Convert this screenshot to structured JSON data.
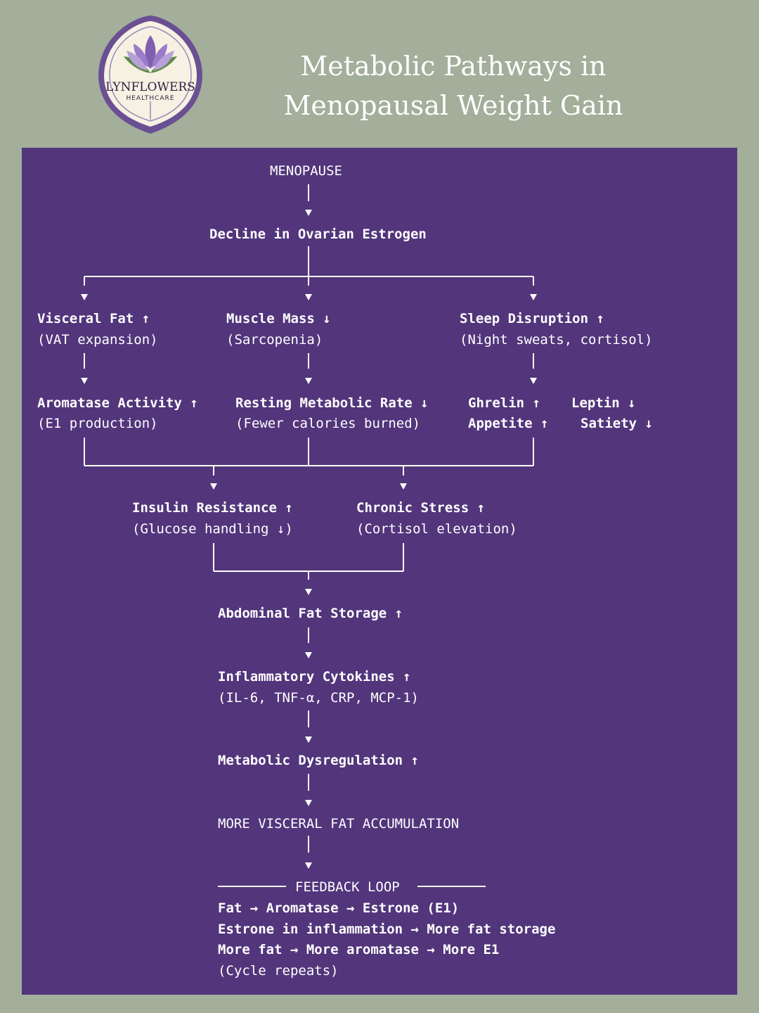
{
  "brand": {
    "name": "LYNFLOWERS",
    "sub": "HEALTHCARE"
  },
  "title": {
    "line1": "Metabolic Pathways in",
    "line2": "Menopausal Weight Gain"
  },
  "colors": {
    "page_bg": "#a3ae9b",
    "panel_bg": "#52357b",
    "text": "#ffffff",
    "logo_purple": "#6a4f93",
    "logo_cream": "#f6f1e3",
    "logo_green": "#5f8a4a"
  },
  "nodes": {
    "menopause": "MENOPAUSE",
    "decline": "Decline in Ovarian Estrogen",
    "visceral_1": "Visceral Fat ↑",
    "visceral_2": "(VAT expansion)",
    "muscle_1": "Muscle Mass ↓",
    "muscle_2": "(Sarcopenia)",
    "sleep_1": "Sleep Disruption ↑",
    "sleep_2": "(Night sweats, cortisol)",
    "aromatase_1": "Aromatase Activity ↑",
    "aromatase_2": "(E1 production)",
    "rmr_1": "Resting Metabolic Rate ↓",
    "rmr_2": "(Fewer calories burned)",
    "ghrelin_1": "Ghrelin ↑",
    "ghrelin_2": "Appetite ↑",
    "leptin_1": "Leptin ↓",
    "leptin_2": "Satiety ↓",
    "insulin_1": "Insulin Resistance ↑",
    "insulin_2": "(Glucose handling ↓)",
    "stress_1": "Chronic Stress ↑",
    "stress_2": "(Cortisol elevation)",
    "abdominal": "Abdominal Fat Storage ↑",
    "cytokines_1": "Inflammatory Cytokines ↑",
    "cytokines_2": "(IL-6, TNF-α, CRP, MCP-1)",
    "dysregulation": "Metabolic Dysregulation ↑",
    "more_visceral": "MORE VISCERAL FAT ACCUMULATION"
  },
  "feedback": {
    "header": "FEEDBACK LOOP",
    "line1": "Fat → Aromatase → Estrone (E1)",
    "line2": "Estrone in inflammation → More fat storage",
    "line3": "More fat → More aromatase → More E1",
    "line4": "(Cycle repeats)"
  }
}
